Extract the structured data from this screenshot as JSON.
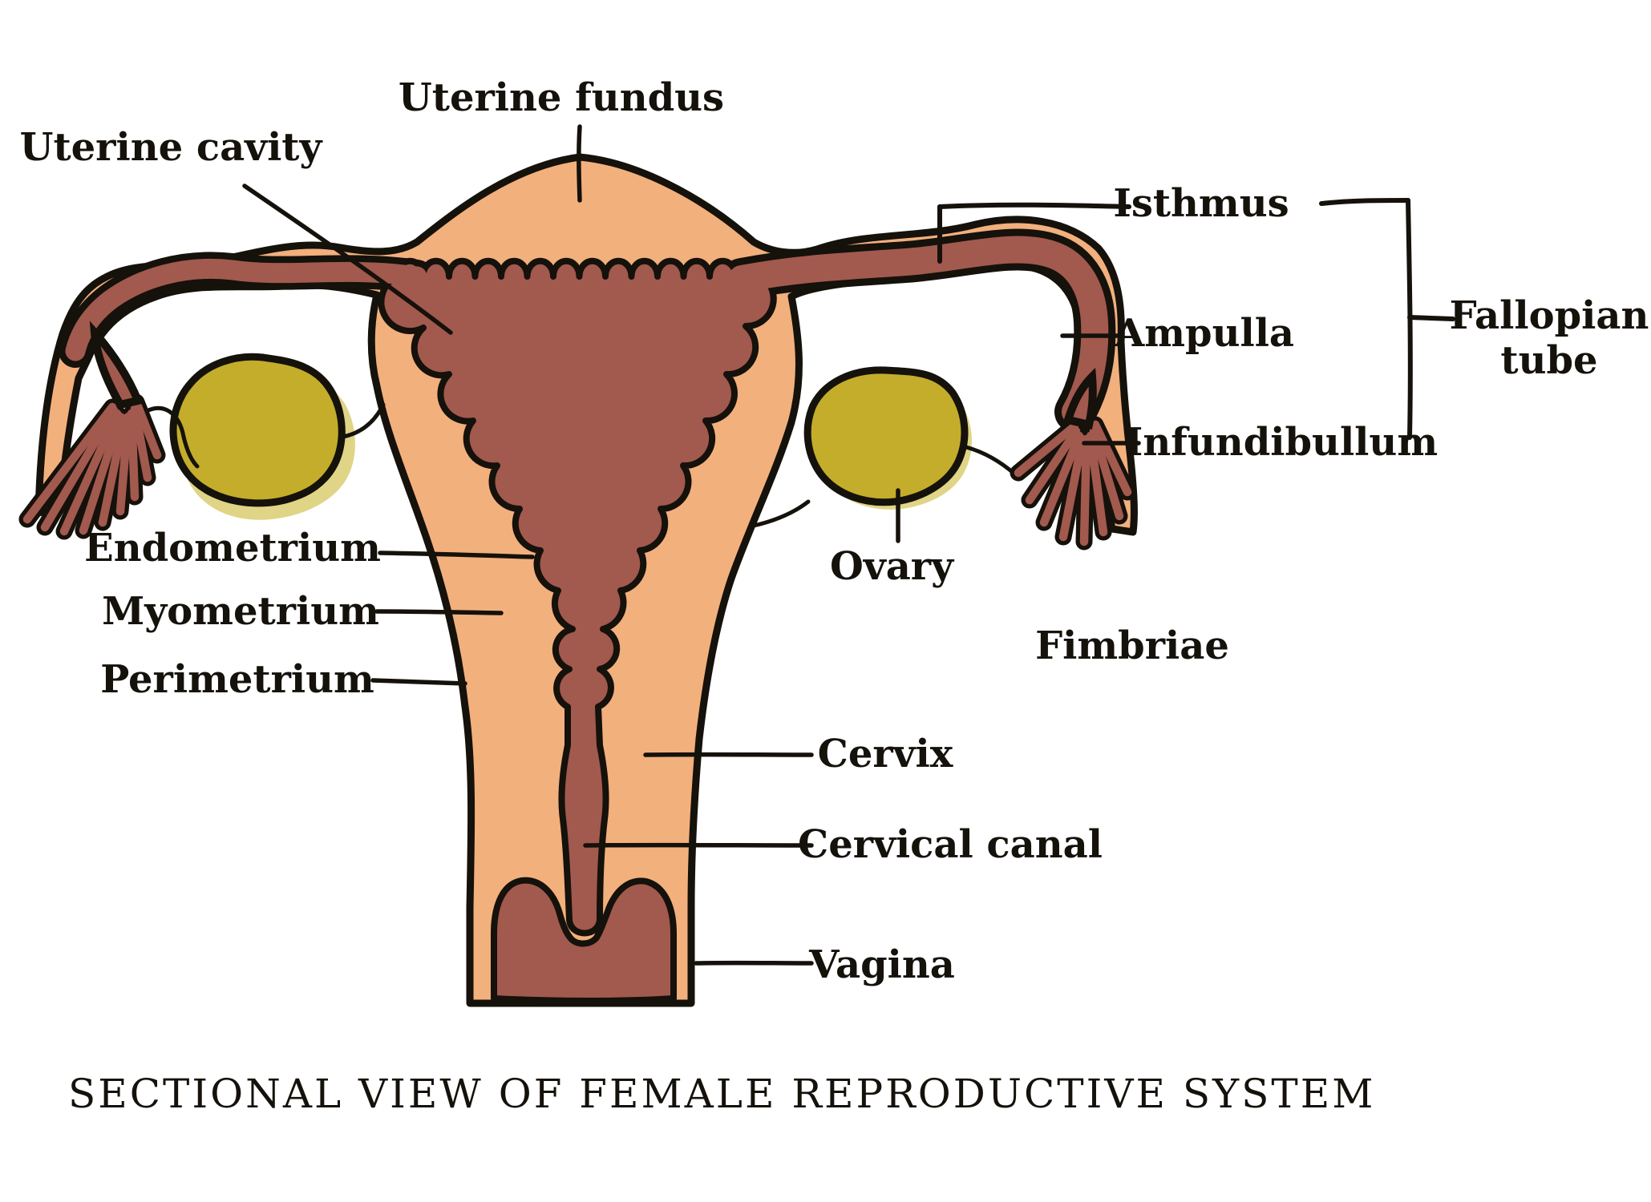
{
  "diagram": {
    "title": "SECTIONAL VIEW OF FEMALE REPRODUCTIVE SYSTEM",
    "labels": {
      "uterine_fundus": "Uterine fundus",
      "uterine_cavity": "Uterine cavity",
      "isthmus": "Isthmus",
      "ampulla": "Ampulla",
      "infundibullum": "Infundibullum",
      "fallopian_tube_line1": "Fallopian",
      "fallopian_tube_line2": "tube",
      "ovary": "Ovary",
      "fimbriae": "Fimbriae",
      "endometrium": "Endometrium",
      "myometrium": "Myometrium",
      "perimetrium": "Perimetrium",
      "cervix": "Cervix",
      "cervical_canal": "Cervical canal",
      "vagina": "Vagina"
    },
    "colors": {
      "outer_tissue_peach": "#F2B07D",
      "inner_mucosa_maroon": "#A2594E",
      "ovary_olive": "#C3AD2B",
      "ovary_splash_olive": "#CFBD45",
      "outline_ink": "#15110B",
      "background": "#FFFFFF"
    }
  }
}
